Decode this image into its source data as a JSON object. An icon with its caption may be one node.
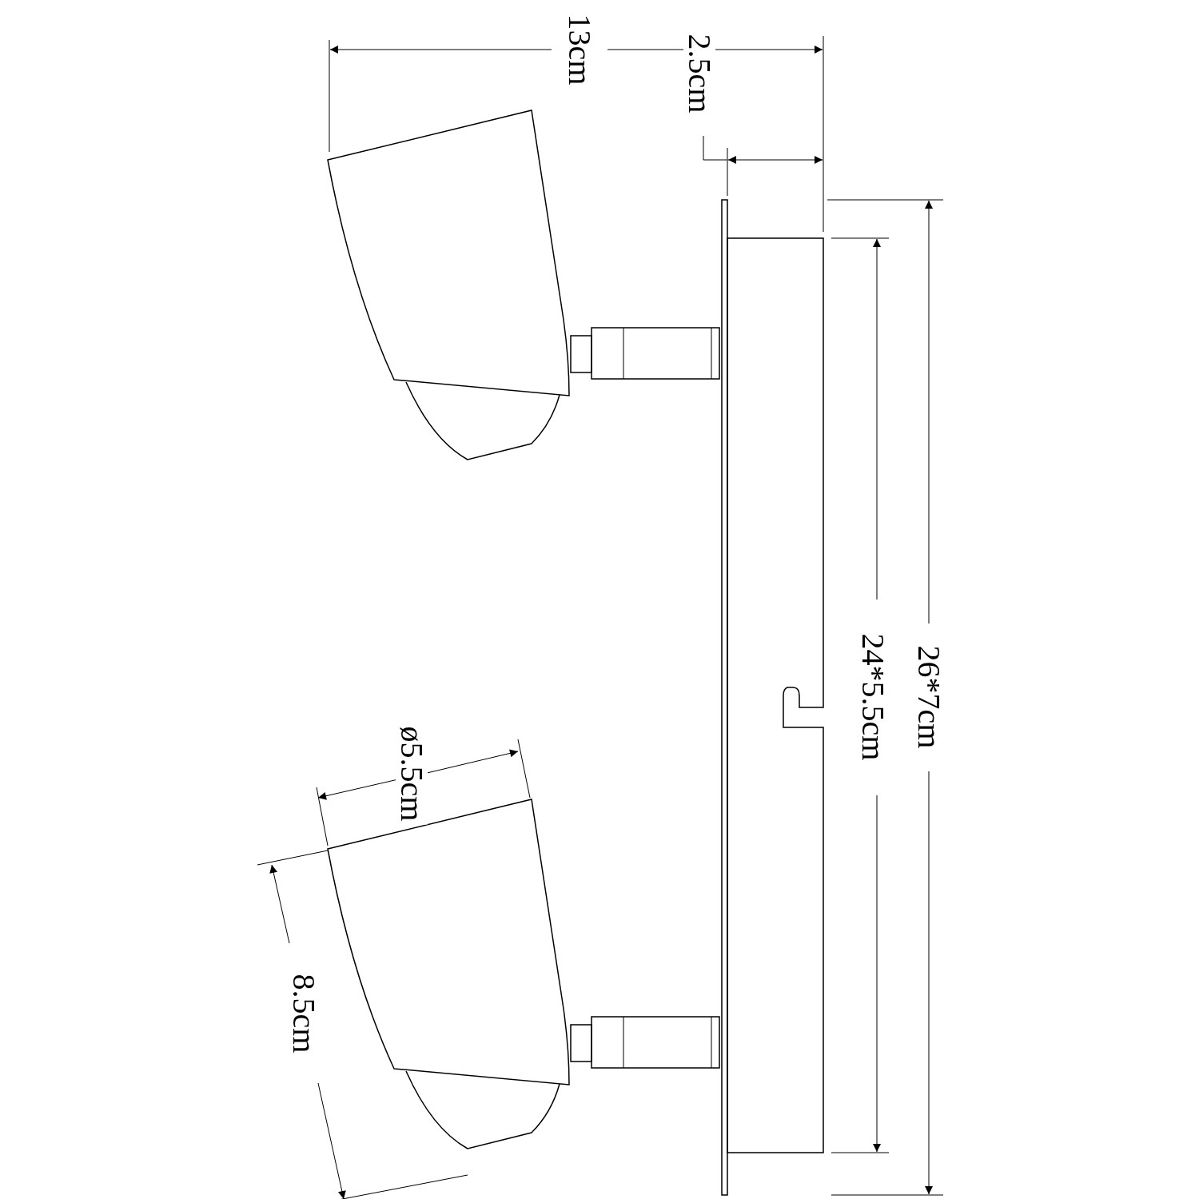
{
  "diagram": {
    "labels": [
      "13cm",
      "2.5cm",
      "26*7cm",
      "24*5.5cm",
      "ø5.5cm",
      "8.5cm"
    ]
  }
}
